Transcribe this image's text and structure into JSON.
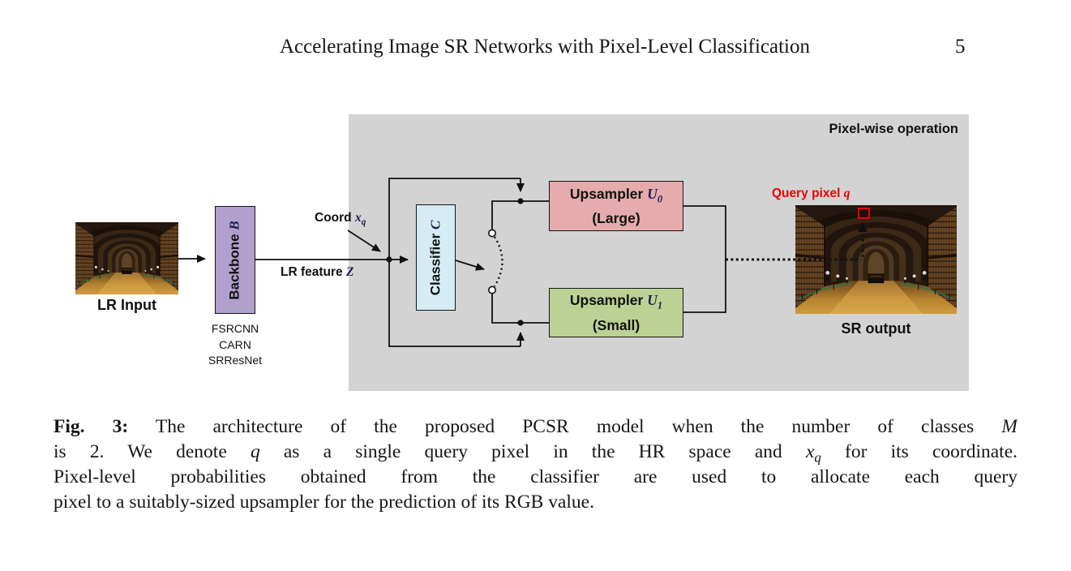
{
  "header": {
    "title": "Accelerating Image SR Networks with Pixel-Level Classification",
    "page_number": "5"
  },
  "diagram": {
    "region_label": "Pixel-wise operation",
    "lr_input": {
      "label": "LR Input"
    },
    "backbone": {
      "label_prefix": "Backbone ",
      "label_math": "B",
      "variants": [
        "FSRCNN",
        "CARN",
        "SRResNet"
      ]
    },
    "coord": {
      "prefix": "Coord ",
      "math": "x",
      "sub": "q"
    },
    "lr_feature": {
      "prefix": "LR feature ",
      "math": "Z"
    },
    "classifier": {
      "label_prefix": "Classifier ",
      "label_math": "C"
    },
    "upsampler_large": {
      "prefix": "Upsampler ",
      "math": "U",
      "sub": "0",
      "size": "(Large)"
    },
    "upsampler_small": {
      "prefix": "Upsampler ",
      "math": "U",
      "sub": "1",
      "size": "(Small)"
    },
    "query_pixel": {
      "prefix": "Query pixel ",
      "math": "q"
    },
    "sr_output": {
      "label": "SR output"
    },
    "colors": {
      "panel_gray": "#d3d3d3",
      "backbone_purple": "#b1a0ce",
      "classifier_blue": "#d6ecf4",
      "upsampler_large_pink": "#e6abad",
      "upsampler_small_green": "#bcd295",
      "query_red": "#ee0000",
      "line_black": "#111111"
    }
  },
  "caption": {
    "fig_label": "Fig. 3:",
    "l1_text": " The architecture of the proposed PCSR model when the number of classes ",
    "l1_math": "M",
    "l2_pre": "is 2. We denote ",
    "l2_math1": "q",
    "l2_mid": " as a single query pixel in the HR space and ",
    "l2_math2": "x",
    "l2_math2_sub": "q",
    "l2_post": " for its coordinate.",
    "l3": "Pixel-level probabilities obtained from the classifier are used to allocate each query",
    "l4": "pixel to a suitably-sized upsampler for the prediction of its RGB value."
  }
}
